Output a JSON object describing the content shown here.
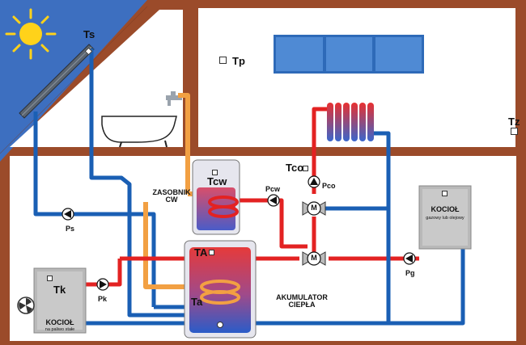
{
  "labels": {
    "ts": "Ts",
    "tp": "Tp",
    "tz": "Tz",
    "tco": "Tco",
    "pco": "Pco",
    "pcw": "Pcw",
    "tcw": "Tcw",
    "zasobnik_line1": "ZASOBNIK",
    "zasobnik_line2": "CW",
    "ps": "Ps",
    "ta_upper": "TA",
    "ta_lower": "Ta",
    "akumulator_line1": "AKUMULATOR",
    "akumulator_line2": "CIEPŁA",
    "tk": "Tk",
    "pk": "Pk",
    "pg": "Pg",
    "kociol_gas_title": "KOCIOŁ",
    "kociol_gas_sub": "gazowy lub olejowy",
    "kociol_solid_title": "KOCIOŁ",
    "kociol_solid_sub": "na paliwo stałe",
    "valve_mark": "M"
  },
  "colors": {
    "sky": "#3d6fc0",
    "wall": "#9b4b2a",
    "hot": "#e32222",
    "cold": "#1a5fb4",
    "dhw": "#f2a043",
    "tank": "#e6e6ee",
    "boiler": "#b9b9b9"
  },
  "icons": [
    "sun-icon",
    "solar-collector-icon",
    "bathtub-icon",
    "tap-icon",
    "window-icon",
    "radiator-icon",
    "pump-icon",
    "motor-valve-icon",
    "fan-icon"
  ]
}
